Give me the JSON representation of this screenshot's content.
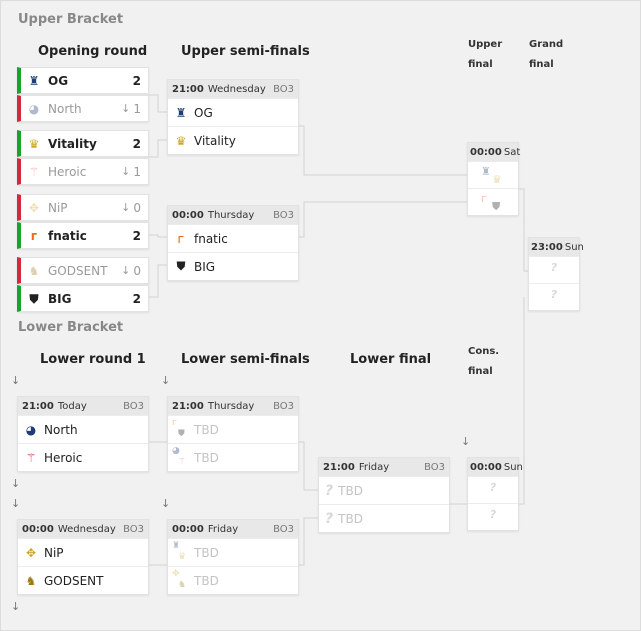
{
  "upper_bracket": {
    "title": "Upper Bracket",
    "columns": {
      "opening": "Opening round",
      "semis": "Upper semi-finals",
      "final_line1": "Upper",
      "final_line2": "final",
      "grand_line1": "Grand",
      "grand_line2": "final"
    },
    "opening": [
      {
        "team": "OG",
        "score": "2",
        "result": "win"
      },
      {
        "team": "North",
        "score": "1",
        "result": "lose"
      },
      {
        "team": "Vitality",
        "score": "2",
        "result": "win"
      },
      {
        "team": "Heroic",
        "score": "1",
        "result": "lose"
      },
      {
        "team": "NiP",
        "score": "0",
        "result": "lose"
      },
      {
        "team": "fnatic",
        "score": "2",
        "result": "win"
      },
      {
        "team": "GODSENT",
        "score": "0",
        "result": "lose"
      },
      {
        "team": "BIG",
        "score": "2",
        "result": "win"
      }
    ],
    "semi1": {
      "time": "21:00",
      "day": "Wednesday",
      "format": "BO3",
      "team1": "OG",
      "team2": "Vitality"
    },
    "semi2": {
      "time": "00:00",
      "day": "Thursday",
      "format": "BO3",
      "team1": "fnatic",
      "team2": "BIG"
    },
    "final": {
      "time": "00:00",
      "day": "Sat"
    },
    "grand_final": {
      "time": "23:00",
      "day": "Sun",
      "team1": "?",
      "team2": "?"
    }
  },
  "lower_bracket": {
    "title": "Lower Bracket",
    "columns": {
      "round1": "Lower round 1",
      "semis": "Lower semi-finals",
      "final": "Lower final",
      "cons_line1": "Cons.",
      "cons_line2": "final"
    },
    "r1_match1": {
      "time": "21:00",
      "day": "Today",
      "format": "BO3",
      "team1": "North",
      "team2": "Heroic"
    },
    "r1_match2": {
      "time": "00:00",
      "day": "Wednesday",
      "format": "BO3",
      "team1": "NiP",
      "team2": "GODSENT"
    },
    "semi1": {
      "time": "21:00",
      "day": "Thursday",
      "format": "BO3",
      "team1": "TBD",
      "team2": "TBD"
    },
    "semi2": {
      "time": "00:00",
      "day": "Friday",
      "format": "BO3",
      "team1": "TBD",
      "team2": "TBD"
    },
    "final": {
      "time": "21:00",
      "day": "Friday",
      "format": "BO3",
      "team1": "TBD",
      "team2": "TBD"
    },
    "cons_final": {
      "time": "00:00",
      "day": "Sun",
      "team1": "?",
      "team2": "?"
    }
  },
  "glyphs": {
    "down_arrow": "↓",
    "og": "♜",
    "north": "◕",
    "vitality": "♛",
    "heroic": "⚚",
    "nip": "✥",
    "fnatic": "ᴦ",
    "godsent": "♞",
    "big": "⛊"
  }
}
